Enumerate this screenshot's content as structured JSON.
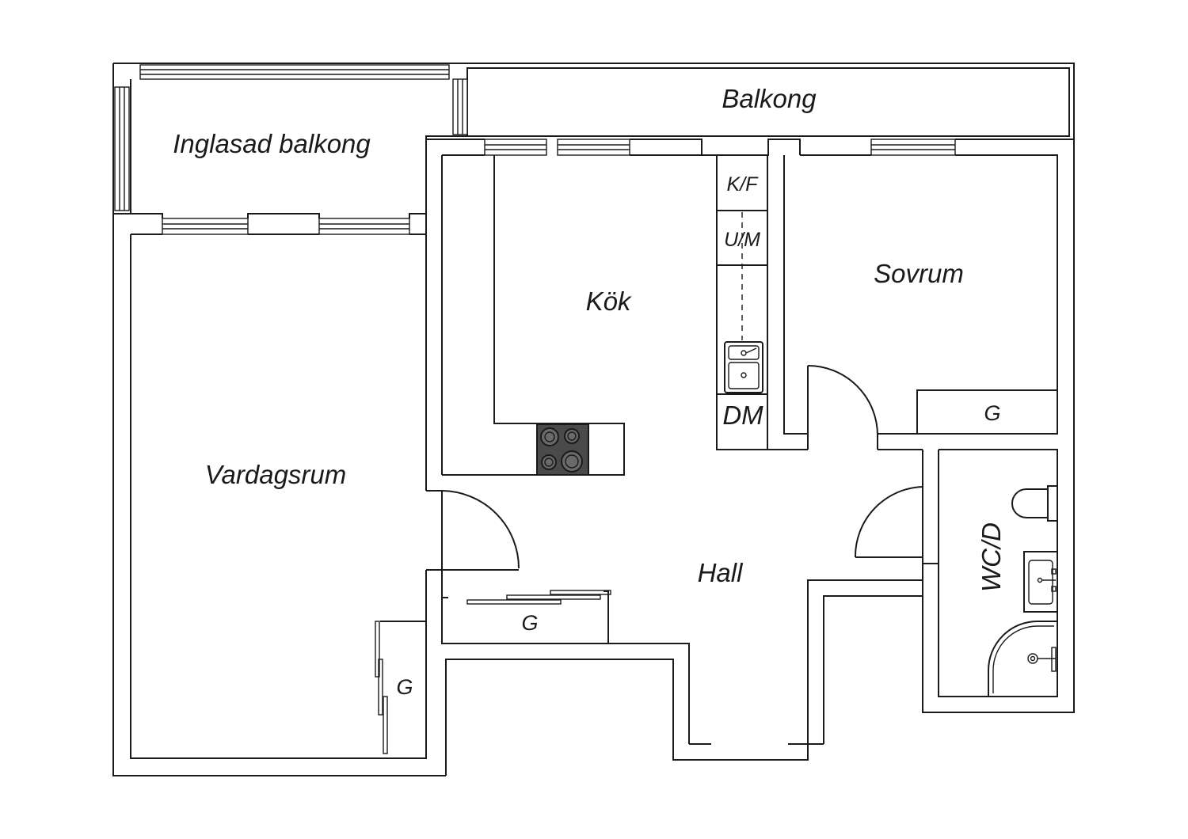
{
  "floorplan": {
    "rooms": {
      "glazed_balcony": "Inglasad balkong",
      "balcony": "Balkong",
      "kitchen": "Kök",
      "bedroom": "Sovrum",
      "living_room": "Vardagsrum",
      "hall": "Hall",
      "bathroom": "WC/D"
    },
    "fixtures": {
      "fridge_freezer": "K/F",
      "oven_microwave": "U/M",
      "dishwasher": "DM",
      "wardrobe_bedroom": "G",
      "wardrobe_hall": "G",
      "wardrobe_living": "G"
    },
    "colors": {
      "wall": "#1a1a1a",
      "background": "#ffffff",
      "stove": "#4a4a4a"
    }
  }
}
